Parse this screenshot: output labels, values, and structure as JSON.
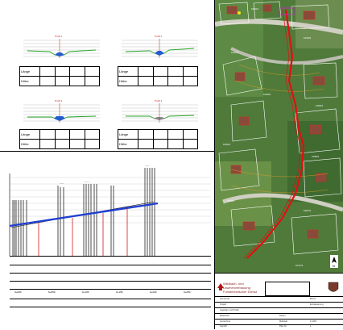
{
  "cross_sections": {
    "row_labels": [
      "Länge",
      "Höhe"
    ],
    "items": [
      {
        "id": "cs1",
        "axis_label": "Profil 1",
        "water_color": "#1f5fd6",
        "ground_color": "#2aa52a"
      },
      {
        "id": "cs2",
        "axis_label": "Profil 2",
        "water_color": "#1f5fd6",
        "ground_color": "#2aa52a"
      },
      {
        "id": "cs3",
        "axis_label": "Profil 3",
        "water_color": "#1f5fd6",
        "ground_color": "#2aa52a"
      },
      {
        "id": "cs4",
        "axis_label": "Profil 4",
        "water_color": "#1f5fd6",
        "ground_color": "#2aa52a"
      }
    ]
  },
  "longitudinal": {
    "line_color": "#1f3fd0",
    "marker_color": "#d11a1a",
    "station_labels": [
      "0+000",
      "0+050",
      "0+100",
      "0+150",
      "0+200",
      "0+250"
    ]
  },
  "map": {
    "route_color": "#e01010",
    "parcel_labels": [
      "1033/1",
      "1040/2",
      "1041/1",
      "1045/3",
      "1050/1",
      "1052/2",
      "1058/4",
      "1060/1",
      "1067/2",
      "1071/3"
    ],
    "north_symbol": "N"
  },
  "title_block": {
    "org_line1": "Wildbach- und",
    "org_line2": "Lawinenverbauung",
    "org_line3": "Forsttechnischer Dienst",
    "project_label": "Gemeinde",
    "project_value": "Brixen",
    "plan_label": "Projekt",
    "plan_value": "Entwässerung",
    "content_label": "Lageplan und Profile",
    "row_labels": [
      "Bearbeitet",
      "Gezeichnet",
      "Geprüft"
    ],
    "date_label": "Datum",
    "scale_label": "Maßstab",
    "scale_value": "1:1000",
    "plan_no_label": "Plan Nr.",
    "plan_no_value": "1"
  }
}
